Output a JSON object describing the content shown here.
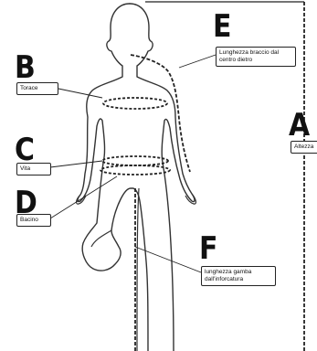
{
  "measurements": {
    "A": {
      "letter": "A",
      "label": "Altezza"
    },
    "B": {
      "letter": "B",
      "label": "Torace"
    },
    "C": {
      "letter": "C",
      "label": "Vita"
    },
    "D": {
      "letter": "D",
      "label": "Bacino"
    },
    "E": {
      "letter": "E",
      "label": "Lunghezza braccio dal centro dietro"
    },
    "F": {
      "letter": "F",
      "label": "lunghezza gamba dall'inforcatura"
    }
  },
  "colors": {
    "outline": "#333333",
    "dashed": "#222222",
    "label_border": "#222222",
    "text": "#111111"
  }
}
